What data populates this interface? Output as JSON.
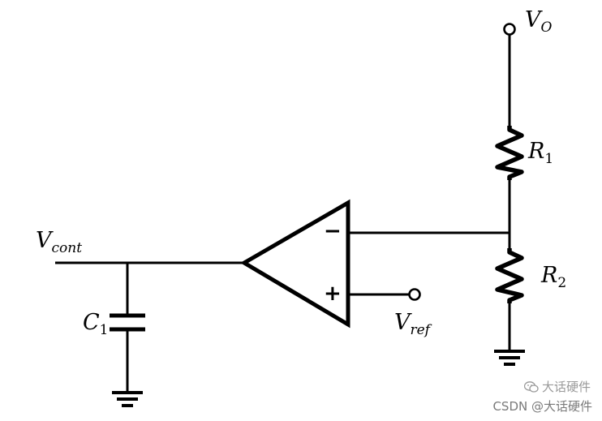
{
  "labels": {
    "vo": {
      "main": "V",
      "sub": "O"
    },
    "r1": {
      "main": "R",
      "sub": "1"
    },
    "r2": {
      "main": "R",
      "sub": "2"
    },
    "vcont": {
      "main": "V",
      "sub": "cont"
    },
    "c1": {
      "main": "C",
      "sub": "1"
    },
    "vref": {
      "main": "V",
      "sub": "ref"
    },
    "minus": "−",
    "plus": "+"
  },
  "watermark": {
    "top": "大话硬件",
    "bottom": "CSDN @大话硬件"
  },
  "colors": {
    "wire": "#000000",
    "watermark": "#8a8a8a"
  }
}
